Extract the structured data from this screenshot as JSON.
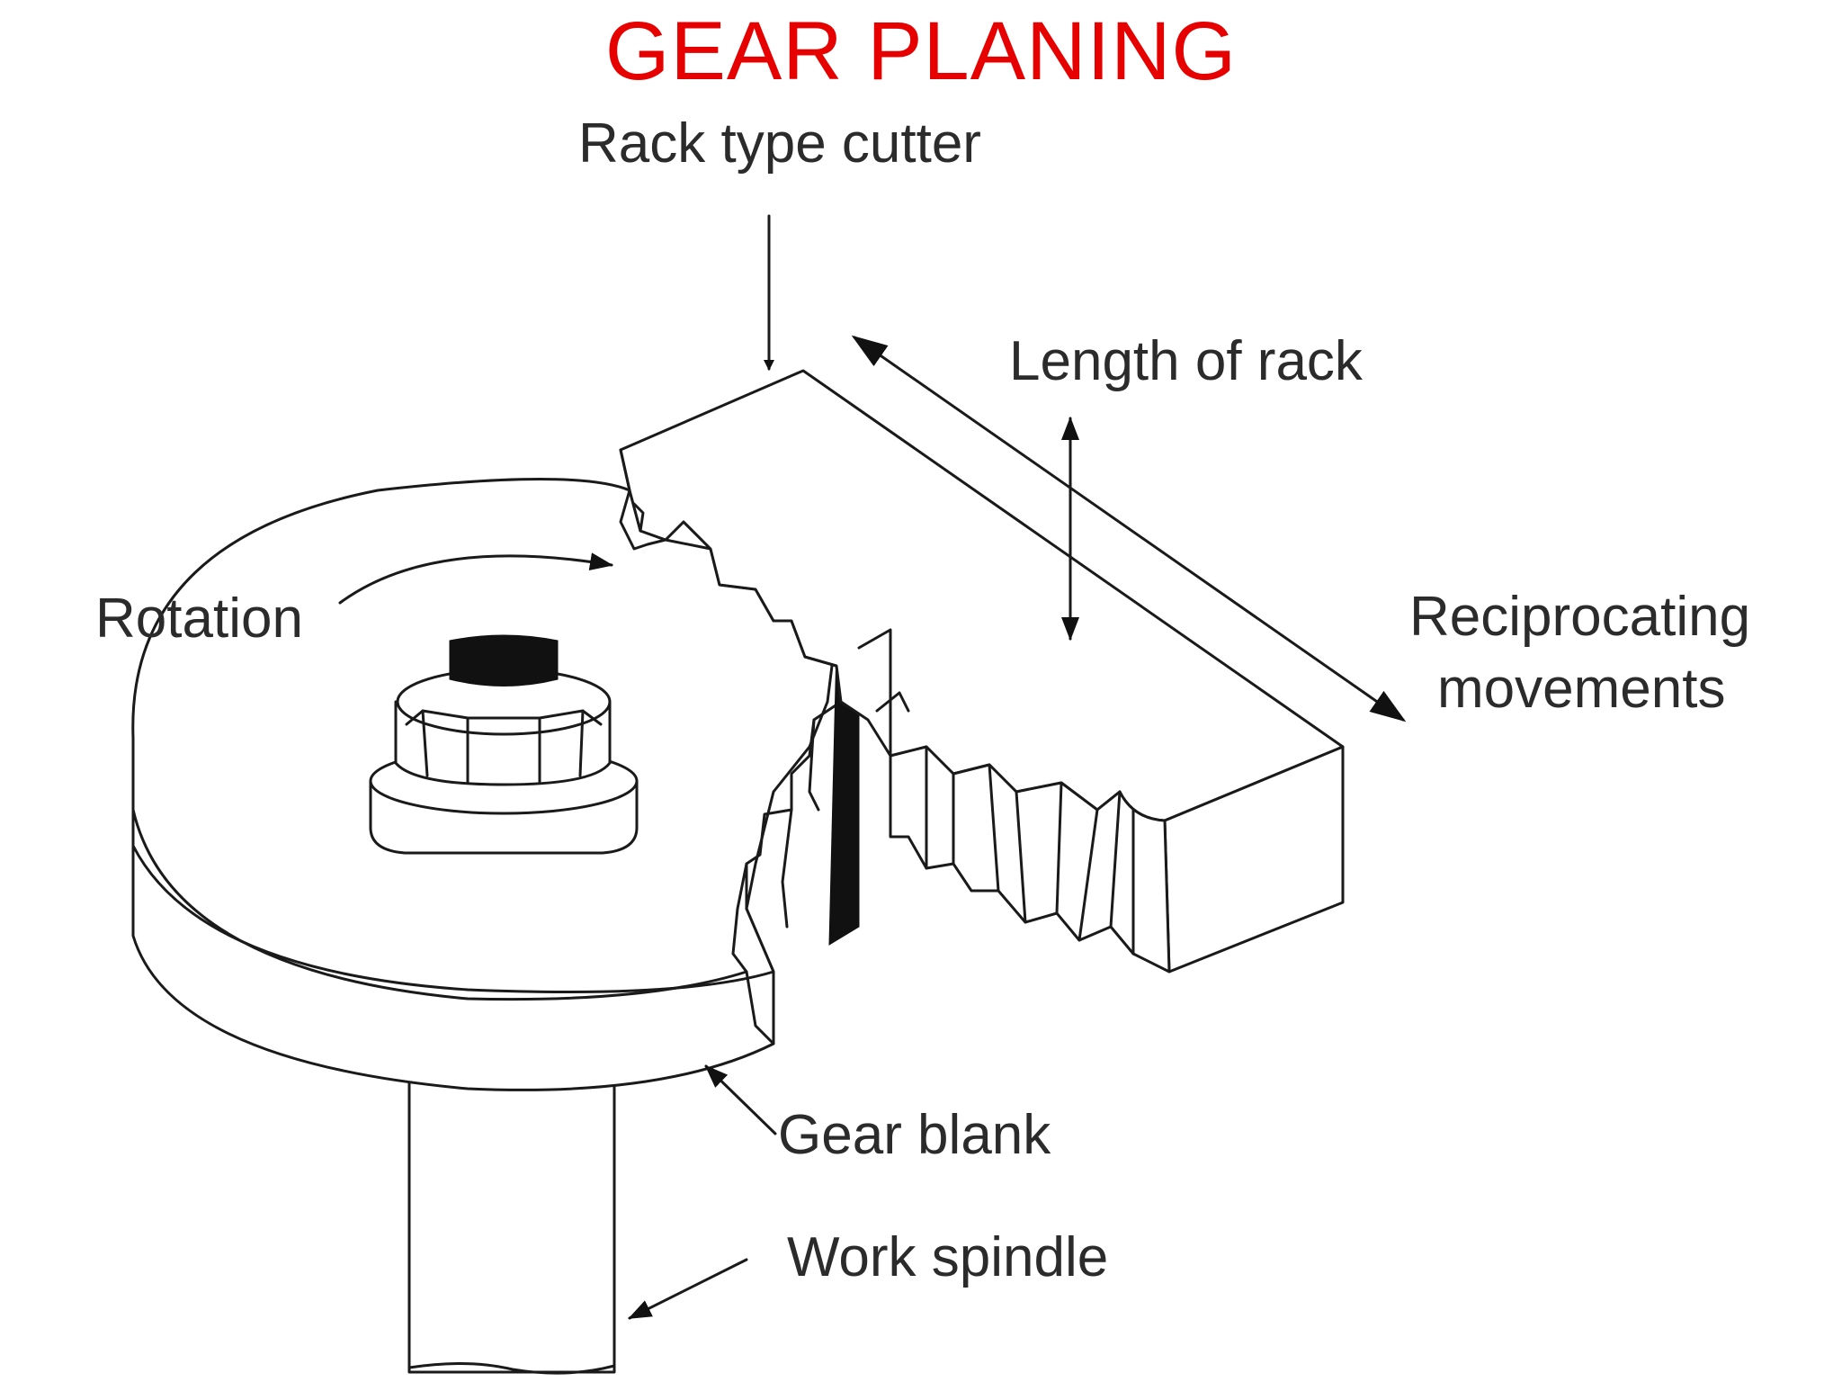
{
  "title": "GEAR PLANING",
  "title_color": "#e60000",
  "labels": {
    "rack_type_cutter": "Rack type cutter",
    "length_of_rack": "Length of rack",
    "rotation": "Rotation",
    "reciprocating_line1": "Reciprocating",
    "reciprocating_line2": "movements",
    "gear_blank": "Gear blank",
    "work_spindle": "Work spindle"
  }
}
